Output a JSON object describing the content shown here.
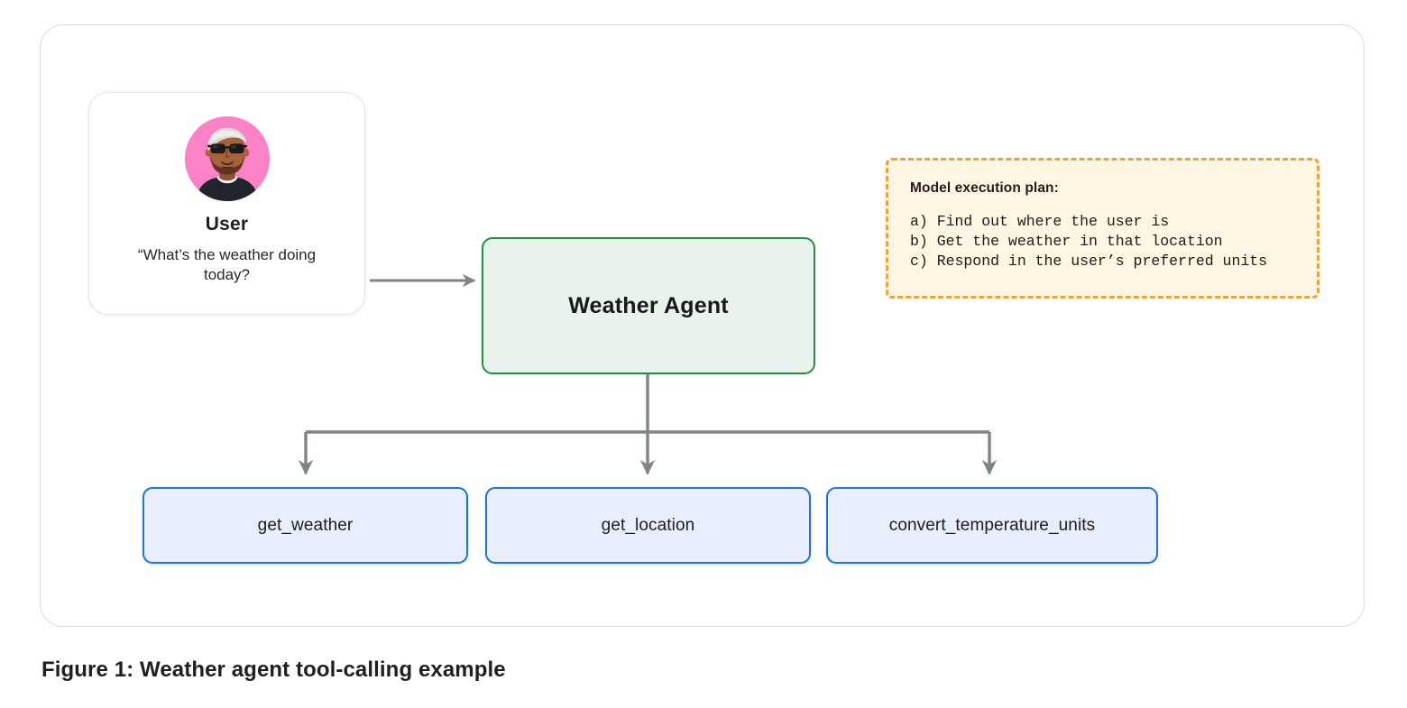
{
  "figure": {
    "caption": "Figure 1: Weather agent tool-calling example"
  },
  "user_card": {
    "name": "User",
    "quote": "“What’s the weather doing today?",
    "avatar_alt": "user-avatar",
    "avatar_colors": {
      "background": "#FB82C6",
      "skin": "#A8623B",
      "hair": "#D8D8D8",
      "shirt": "#20242B",
      "glasses": "#1A1A1A",
      "beard": "#5C3420"
    }
  },
  "agent": {
    "label": "Weather Agent",
    "fill": "#E9F3EC",
    "border": "#1F9143"
  },
  "plan": {
    "title": "Model execution plan:",
    "steps": [
      "a) Find out where the user is",
      "b) Get the weather in that location",
      "c) Respond in the user’s preferred units"
    ],
    "fill": "#FDF6E3",
    "border": "#E9A43C"
  },
  "tools": {
    "fill": "#E8EEFB",
    "border": "#1A73E8",
    "items": [
      {
        "label": "get_weather"
      },
      {
        "label": "get_location"
      },
      {
        "label": "convert_temperature_units"
      }
    ]
  },
  "connectors": {
    "color": "#7E8488",
    "user_to_agent_label": "arrow-user-to-agent",
    "agent_to_tools_label": "arrow-agent-to-tools"
  }
}
